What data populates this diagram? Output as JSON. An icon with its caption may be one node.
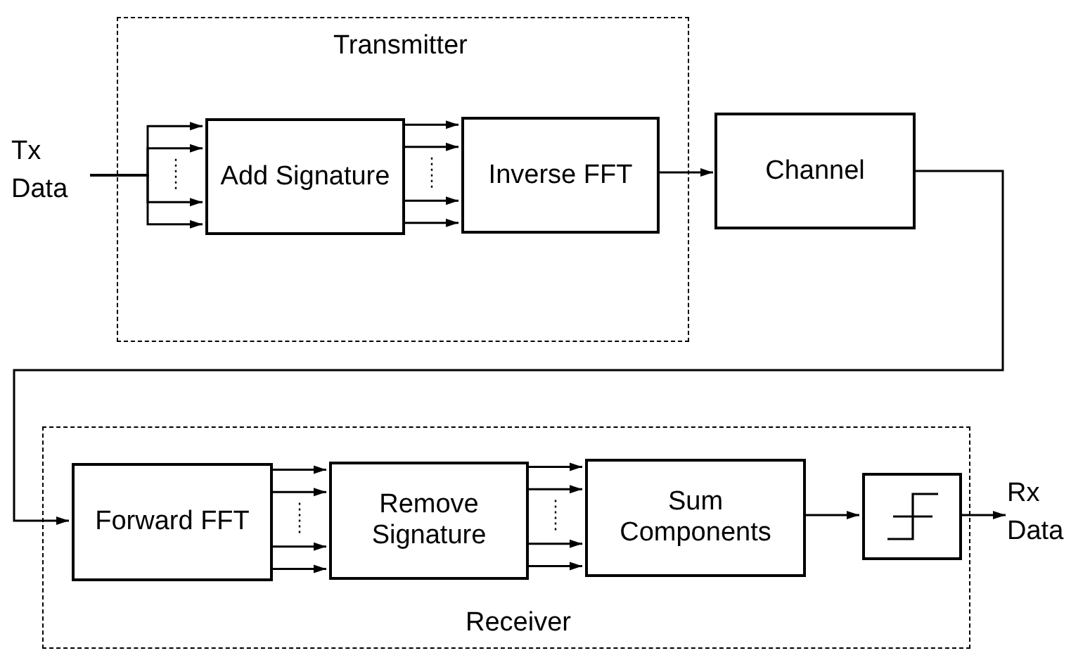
{
  "diagram": {
    "nodes": [
      {
        "text": [
          "Transmitter"
        ]
      },
      {
        "text": [
          "Tx Data"
        ]
      },
      {
        "text": [
          "Add Signature"
        ],
        "in": 0
      },
      {
        "text": [
          "Inverse FFT"
        ],
        "in": 0
      },
      {
        "text": [
          "Channel"
        ]
      },
      {
        "text": [
          "Receiver"
        ]
      },
      {
        "text": [
          "Forward FFT"
        ],
        "in": 5
      },
      {
        "text": [
          "Remove Signature"
        ],
        "in": 5
      },
      {
        "text": [
          "Sum Components"
        ],
        "in": 5
      },
      {
        "text": [],
        "shape": "box",
        "in": 5
      },
      {
        "text": [
          "Rx Data"
        ]
      }
    ],
    "edges": [
      {
        "from": 1,
        "to": 2,
        "arrow": "to"
      },
      {
        "from": 1,
        "to": 2,
        "arrow": "to"
      },
      {
        "from": 1,
        "to": 2,
        "arrow": "to"
      },
      {
        "from": 1,
        "to": 2,
        "arrow": "to"
      },
      {
        "from": 2,
        "to": 3,
        "arrow": "to"
      },
      {
        "from": 2,
        "to": 3,
        "arrow": "to"
      },
      {
        "from": 2,
        "to": 3,
        "arrow": "to"
      },
      {
        "from": 2,
        "to": 3,
        "arrow": "to"
      },
      {
        "from": 3,
        "to": 4,
        "arrow": "to"
      },
      {
        "from": 4,
        "to": 6,
        "arrow": "to"
      },
      {
        "from": 6,
        "to": 7,
        "arrow": "to"
      },
      {
        "from": 6,
        "to": 7,
        "arrow": "to"
      },
      {
        "from": 6,
        "to": 7,
        "arrow": "to"
      },
      {
        "from": 6,
        "to": 7,
        "arrow": "to"
      },
      {
        "from": 7,
        "to": 8,
        "arrow": "to"
      },
      {
        "from": 7,
        "to": 8,
        "arrow": "to"
      },
      {
        "from": 7,
        "to": 8,
        "arrow": "to"
      },
      {
        "from": 7,
        "to": 8,
        "arrow": "to"
      },
      {
        "from": 8,
        "to": 9,
        "arrow": "to"
      },
      {
        "from": 9,
        "to": 10,
        "arrow": "to"
      }
    ]
  }
}
